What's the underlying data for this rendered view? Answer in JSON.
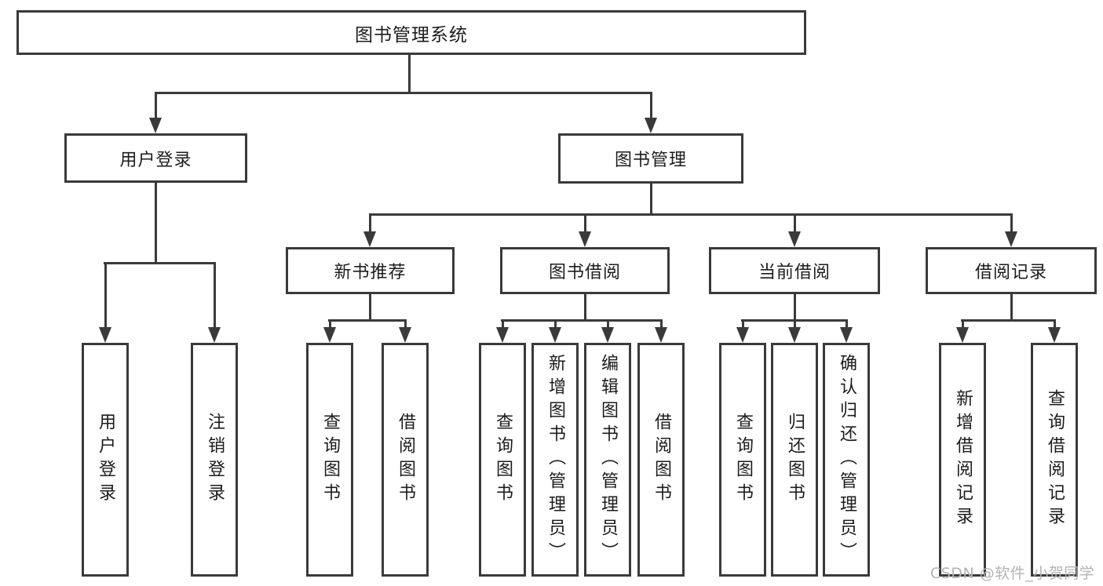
{
  "colors": {
    "line": "#3a3a3a",
    "text": "#1c1c1c",
    "watermark": "#b3b3b3",
    "background": "#ffffff"
  },
  "watermark": {
    "text": "CSDN @软件_小贺同学"
  },
  "tree": {
    "label": "图书管理系统",
    "children": [
      {
        "label": "用户登录",
        "children": [
          {
            "label": "用户登录"
          },
          {
            "label": "注销登录"
          }
        ]
      },
      {
        "label": "图书管理",
        "children": [
          {
            "label": "新书推荐",
            "children": [
              {
                "label": "查询图书"
              },
              {
                "label": "借阅图书"
              }
            ]
          },
          {
            "label": "图书借阅",
            "children": [
              {
                "label": "查询图书"
              },
              {
                "label": "新增图书（管理员）"
              },
              {
                "label": "编辑图书（管理员）"
              },
              {
                "label": "借阅图书"
              }
            ]
          },
          {
            "label": "当前借阅",
            "children": [
              {
                "label": "查询图书"
              },
              {
                "label": "归还图书"
              },
              {
                "label": "确认归还（管理员）"
              }
            ]
          },
          {
            "label": "借阅记录",
            "children": [
              {
                "label": "新增借阅记录"
              },
              {
                "label": "查询借阅记录"
              }
            ]
          }
        ]
      }
    ]
  }
}
